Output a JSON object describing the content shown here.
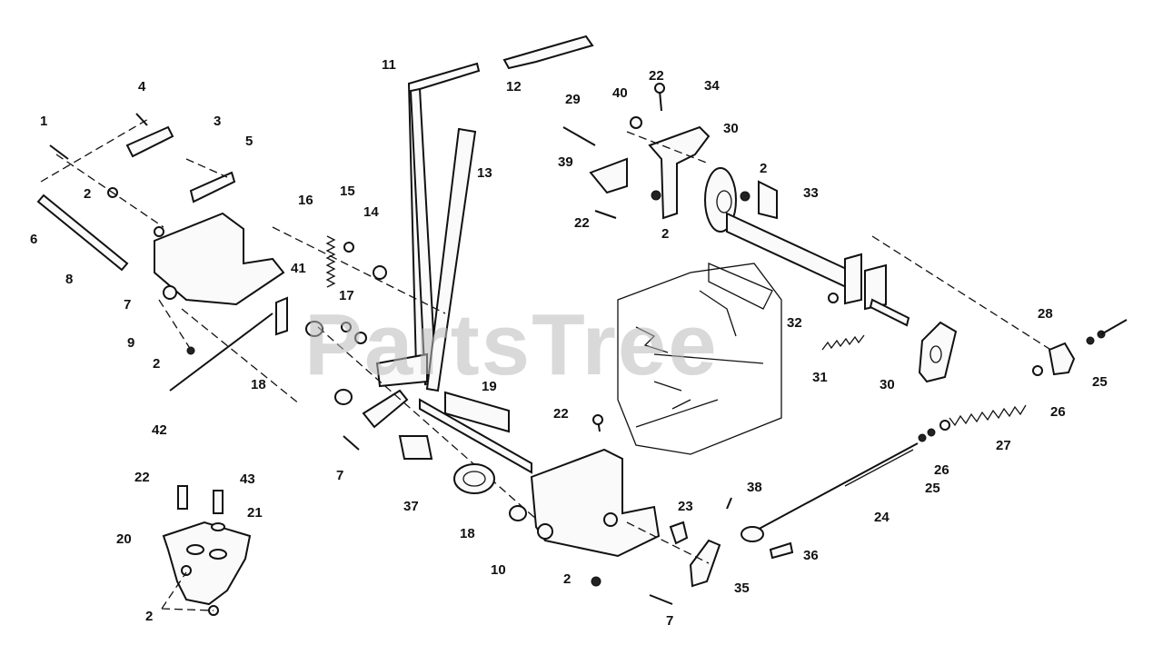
{
  "watermark": "PartsTree",
  "callouts": [
    {
      "id": "c1",
      "text": "1"
    },
    {
      "id": "c2a",
      "text": "2"
    },
    {
      "id": "c2b",
      "text": "2"
    },
    {
      "id": "c2c",
      "text": "2"
    },
    {
      "id": "c2d",
      "text": "2"
    },
    {
      "id": "c2e",
      "text": "2"
    },
    {
      "id": "c2f",
      "text": "2"
    },
    {
      "id": "c3",
      "text": "3"
    },
    {
      "id": "c4",
      "text": "4"
    },
    {
      "id": "c5",
      "text": "5"
    },
    {
      "id": "c6",
      "text": "6"
    },
    {
      "id": "c7a",
      "text": "7"
    },
    {
      "id": "c7b",
      "text": "7"
    },
    {
      "id": "c7c",
      "text": "7"
    },
    {
      "id": "c8",
      "text": "8"
    },
    {
      "id": "c9",
      "text": "9"
    },
    {
      "id": "c10",
      "text": "10"
    },
    {
      "id": "c11",
      "text": "11"
    },
    {
      "id": "c12",
      "text": "12"
    },
    {
      "id": "c13",
      "text": "13"
    },
    {
      "id": "c14",
      "text": "14"
    },
    {
      "id": "c15",
      "text": "15"
    },
    {
      "id": "c16",
      "text": "16"
    },
    {
      "id": "c17",
      "text": "17"
    },
    {
      "id": "c18a",
      "text": "18"
    },
    {
      "id": "c18b",
      "text": "18"
    },
    {
      "id": "c19",
      "text": "19"
    },
    {
      "id": "c20",
      "text": "20"
    },
    {
      "id": "c21",
      "text": "21"
    },
    {
      "id": "c22a",
      "text": "22"
    },
    {
      "id": "c22b",
      "text": "22"
    },
    {
      "id": "c22c",
      "text": "22"
    },
    {
      "id": "c22d",
      "text": "22"
    },
    {
      "id": "c23",
      "text": "23"
    },
    {
      "id": "c24",
      "text": "24"
    },
    {
      "id": "c25a",
      "text": "25"
    },
    {
      "id": "c25b",
      "text": "25"
    },
    {
      "id": "c26a",
      "text": "26"
    },
    {
      "id": "c26b",
      "text": "26"
    },
    {
      "id": "c27",
      "text": "27"
    },
    {
      "id": "c28",
      "text": "28"
    },
    {
      "id": "c29",
      "text": "29"
    },
    {
      "id": "c30a",
      "text": "30"
    },
    {
      "id": "c30b",
      "text": "30"
    },
    {
      "id": "c31",
      "text": "31"
    },
    {
      "id": "c32",
      "text": "32"
    },
    {
      "id": "c33",
      "text": "33"
    },
    {
      "id": "c34",
      "text": "34"
    },
    {
      "id": "c35",
      "text": "35"
    },
    {
      "id": "c36",
      "text": "36"
    },
    {
      "id": "c37",
      "text": "37"
    },
    {
      "id": "c38",
      "text": "38"
    },
    {
      "id": "c39",
      "text": "39"
    },
    {
      "id": "c40",
      "text": "40"
    },
    {
      "id": "c41",
      "text": "41"
    },
    {
      "id": "c42",
      "text": "42"
    },
    {
      "id": "c43",
      "text": "43"
    }
  ]
}
